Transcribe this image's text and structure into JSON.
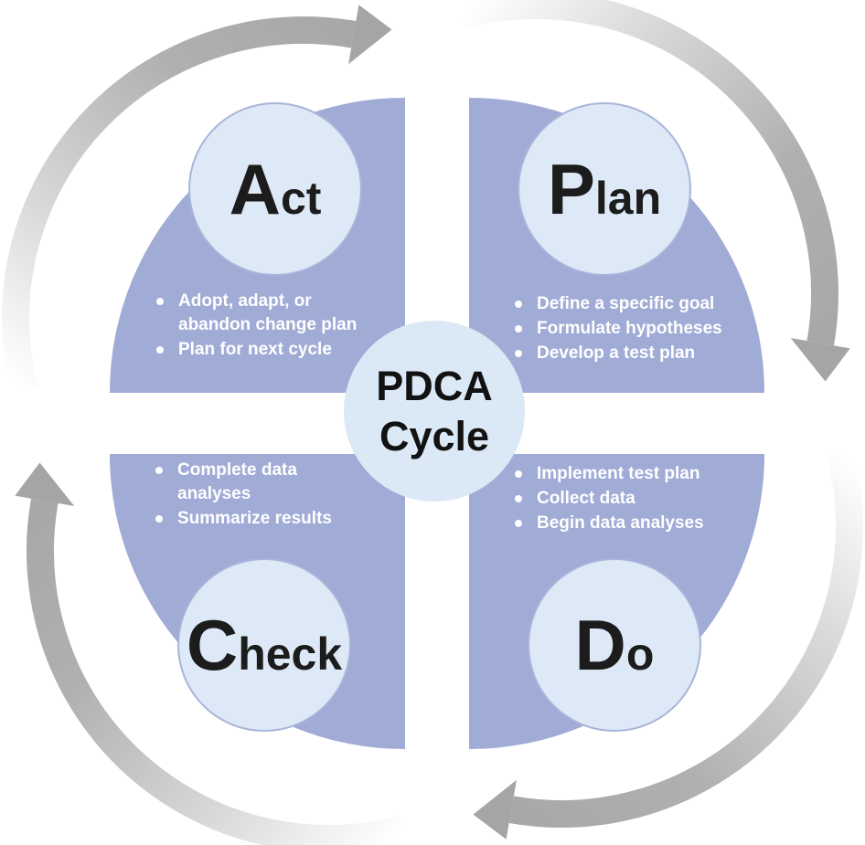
{
  "diagram": {
    "name": "PDCA Cycle",
    "center": {
      "line1": "PDCA",
      "line2": "Cycle"
    },
    "quadrants": {
      "act": {
        "letter_big": "A",
        "letter_rest": "ct",
        "bullets": [
          "Adopt, adapt, or\nabandon change plan",
          "Plan for next cycle"
        ]
      },
      "plan": {
        "letter_big": "P",
        "letter_rest": "lan",
        "bullets": [
          "Define a specific goal",
          "Formulate hypotheses",
          "Develop a test plan"
        ]
      },
      "check": {
        "letter_big": "C",
        "letter_rest": "heck",
        "bullets": [
          "Complete data\nanalyses",
          "Summarize results"
        ]
      },
      "do": {
        "letter_big": "D",
        "letter_rest": "o",
        "bullets": [
          "Implement test plan",
          "Collect data",
          "Begin data analyses"
        ]
      }
    },
    "colors": {
      "quadrant_blue": "#a0abd6",
      "letter_circle_fill": "#dde9f6",
      "letter_circle_border": "#a8b5da",
      "center_circle_fill": "#dbe8f5",
      "bullet_text": "#ffffff",
      "letter_text": "#1c1c1c",
      "arrow_gray": "#a8a8a8"
    }
  }
}
